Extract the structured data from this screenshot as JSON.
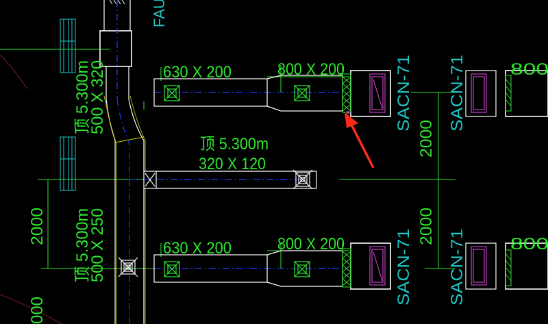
{
  "labels": {
    "fau": "FAU",
    "duct_630_top": "630 X 200",
    "duct_800_top": "800 X 200",
    "duct_630_bottom": "630 X 200",
    "duct_800_bottom": "800 X 200",
    "duct_800_right_top": "800",
    "duct_800_right_bottom": "800",
    "sacn_1": "SACN-71",
    "sacn_2": "SACN-71",
    "sacn_3": "SACN-71",
    "sacn_4": "SACN-71",
    "branch_elev": "顶 5.300m",
    "branch_size": "320 X 120",
    "left_top_elev": "顶 5.300m",
    "left_top_size": "500 X 320",
    "left_bottom_elev": "顶 5.300m",
    "left_bottom_size": "500 X 250",
    "dim_right_top": "2000",
    "dim_right_bottom": "2000",
    "dim_left": "2000",
    "dim_left_partial": "000"
  },
  "colors": {
    "background": "#000000",
    "duct": "#ffffff",
    "centerline": "#1e3cff",
    "dimension": "#2ee82e",
    "cyan": "#1fc7c7",
    "unit": "#c040c0",
    "arrow": "#ff2a1a"
  }
}
